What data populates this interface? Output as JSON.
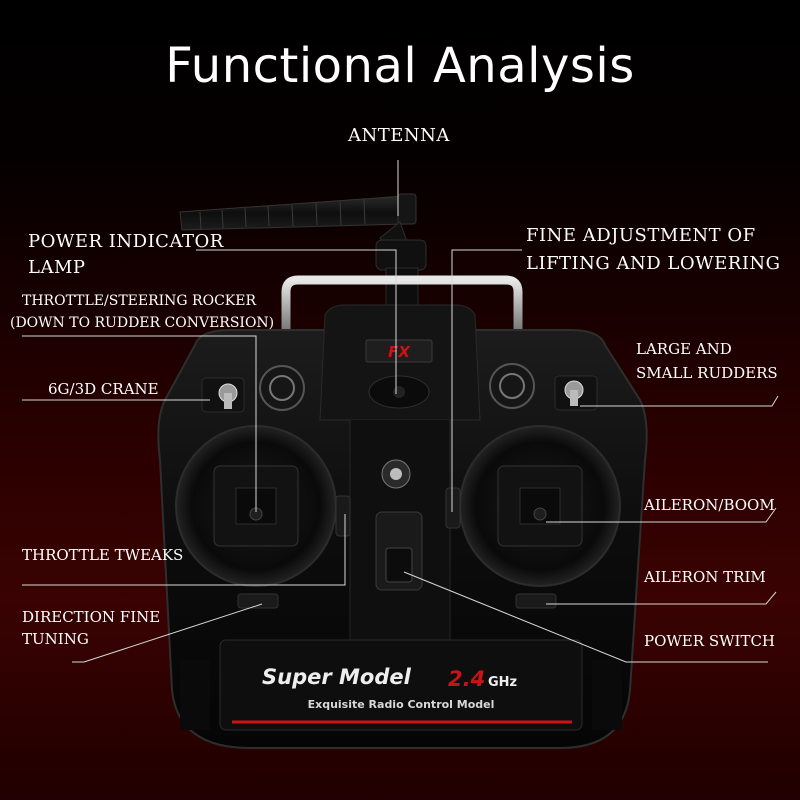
{
  "title": "Functional Analysis",
  "labels": {
    "antenna": "ANTENNA",
    "power_indicator_1": "POWER INDICATOR",
    "power_indicator_2": "LAMP",
    "fine_adjust_1": "FINE ADJUSTMENT OF",
    "fine_adjust_2": "LIFTING AND LOWERING",
    "throttle_rocker_1": "THROTTLE/STEERING ROCKER",
    "throttle_rocker_2": "(DOWN TO RUDDER CONVERSION)",
    "crane": "6G/3D CRANE",
    "rudders_1": "LARGE AND",
    "rudders_2": "SMALL RUDDERS",
    "aileron_boom": "AILERON/BOOM",
    "throttle_tweaks": "THROTTLE TWEAKS",
    "aileron_trim": "AILERON TRIM",
    "direction_1": "DIRECTION FINE",
    "direction_2": "TUNING",
    "power_switch": "POWER SWITCH"
  },
  "device": {
    "brand": "Super Model",
    "frequency": "2.4",
    "frequency_unit": "GHz",
    "tagline": "Exquisite Radio Control Model",
    "logo": "FX"
  },
  "colors": {
    "accent_red": "#c81414",
    "body": "#0b0b0b",
    "callout_line": "#d8d8d8"
  }
}
